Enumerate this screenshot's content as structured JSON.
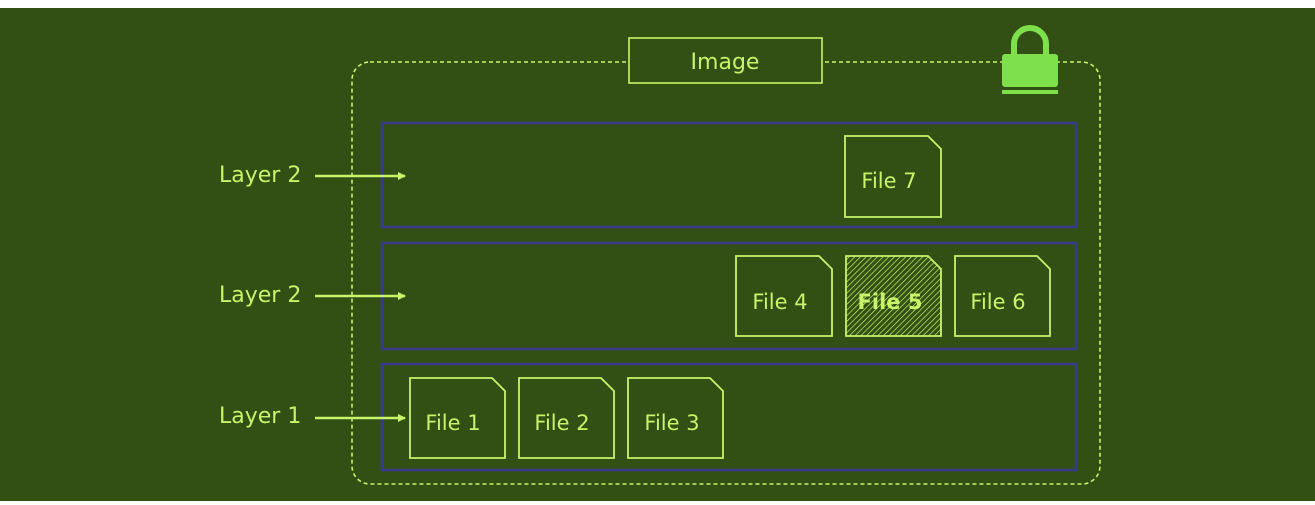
{
  "diagram": {
    "image_label": "Image",
    "lock_icon": "padlock-icon",
    "layers": [
      {
        "label": "Layer 2",
        "files": [
          "File 7"
        ]
      },
      {
        "label": "Layer 2",
        "files": [
          "File 4",
          "File 5",
          "File 6"
        ],
        "highlighted_file": "File 5"
      },
      {
        "label": "Layer 1",
        "files": [
          "File 1",
          "File 2",
          "File 3"
        ]
      }
    ],
    "colors": {
      "background": "#324f14",
      "accent": "#c6f56a",
      "layer_border": "#3a3a8c",
      "lock": "#7ee04a"
    }
  }
}
